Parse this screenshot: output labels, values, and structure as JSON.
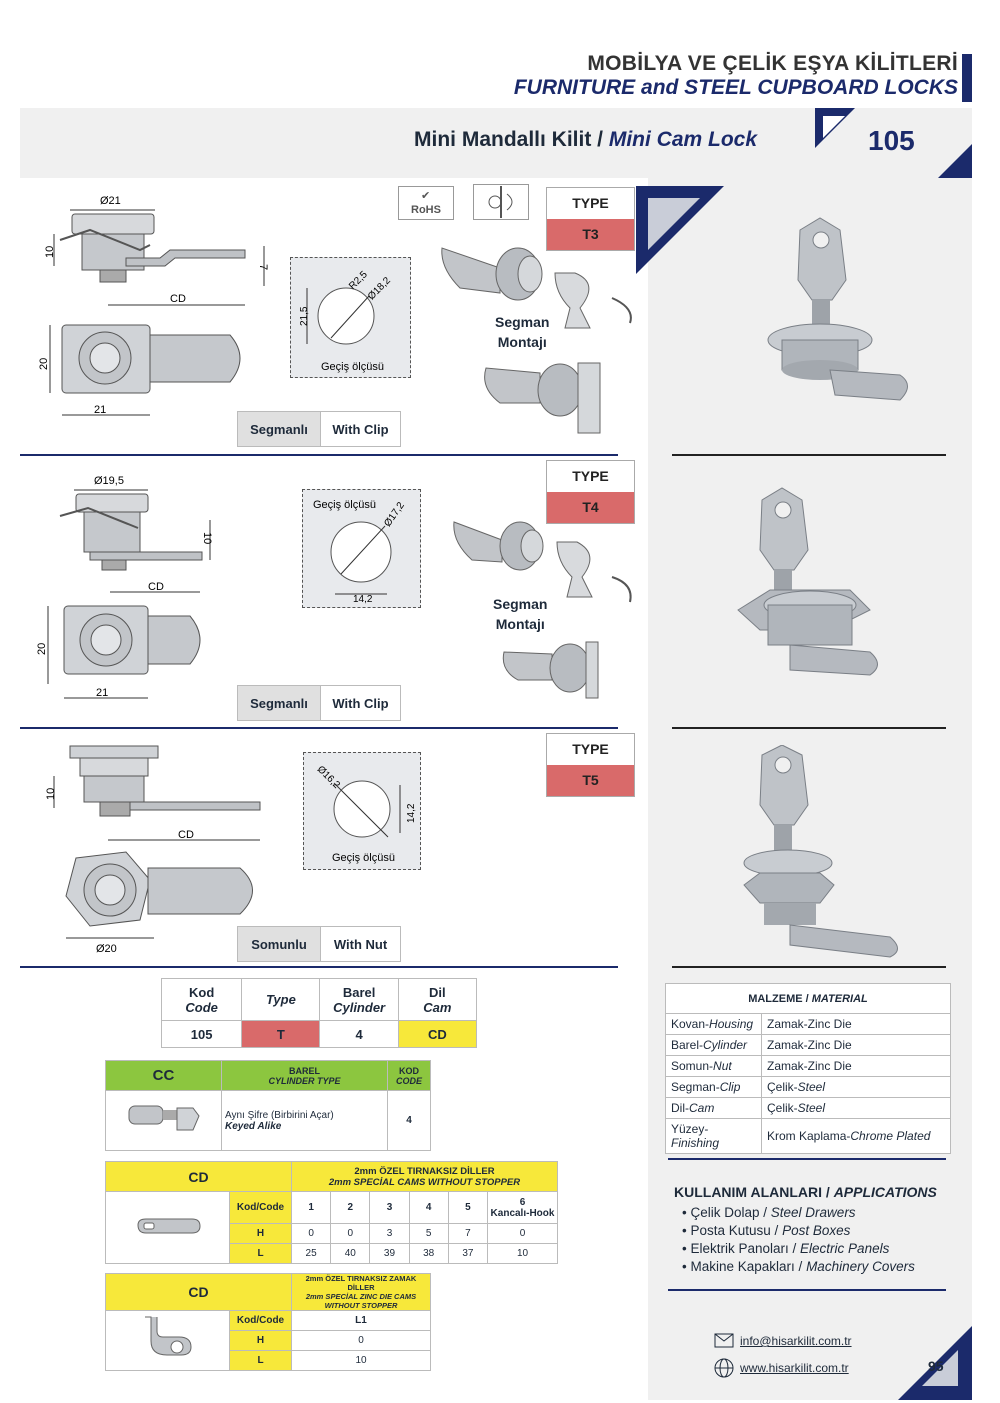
{
  "header": {
    "title_tr": "MOBİLYA VE ÇELİK EŞYA KİLİTLERİ",
    "title_en": "FURNITURE and STEEL CUPBOARD LOCKS"
  },
  "product": {
    "name_tr": "Mini Mandallı Kilit /",
    "name_en": "Mini Cam Lock",
    "page_code": "105"
  },
  "badges": {
    "rohs": "RoHS"
  },
  "sections": [
    {
      "type_label": "TYPE",
      "type_value": "T3",
      "clip_tr": "Segmanlı",
      "clip_en": "With Clip",
      "segman_1": "Segman",
      "segman_2": "Montajı",
      "gecis": "Geçiş ölçüsü",
      "dims": {
        "d1": "Ø21",
        "h": "10",
        "cam_h": "7",
        "cd": "CD",
        "w": "20",
        "b": "21",
        "r": "R2,5",
        "dia": "Ø18,2",
        "v": "21,5"
      }
    },
    {
      "type_label": "TYPE",
      "type_value": "T4",
      "clip_tr": "Segmanlı",
      "clip_en": "With Clip",
      "segman_1": "Segman",
      "segman_2": "Montajı",
      "gecis": "Geçiş ölçüsü",
      "dims": {
        "d1": "Ø19,5",
        "h": "10",
        "cd": "CD",
        "w": "20",
        "b": "21",
        "dia": "Ø17,2",
        "flat": "14,2"
      }
    },
    {
      "type_label": "TYPE",
      "type_value": "T5",
      "clip_tr": "Somunlu",
      "clip_en": "With Nut",
      "gecis": "Geçiş ölçüsü",
      "dims": {
        "h": "10",
        "cd": "CD",
        "b": "Ø20",
        "dia": "Ø16,2",
        "flat": "14,2"
      }
    }
  ],
  "code_table": {
    "headers": [
      [
        "Kod",
        "Code"
      ],
      [
        "Type",
        ""
      ],
      [
        "Barel",
        "Cylinder"
      ],
      [
        "Dil",
        "Cam"
      ]
    ],
    "values": [
      "105",
      "T",
      "4",
      "CD"
    ]
  },
  "cc_table": {
    "label": "CC",
    "h1": "BAREL",
    "h2": "CYLINDER TYPE",
    "k1": "KOD",
    "k2": "CODE",
    "desc_tr": "Aynı Şifre (Birbirini Açar)",
    "desc_en": "Keyed Alike",
    "code": "4"
  },
  "cd_table1": {
    "label": "CD",
    "h1": "2mm ÖZEL TIRNAKSIZ DİLLER",
    "h2": "2mm SPECİAL CAMS WITHOUT STOPPER",
    "code_label": "Kod/Code",
    "cols": [
      "1",
      "2",
      "3",
      "4",
      "5",
      "6"
    ],
    "col6_sub": "Kancalı-Hook",
    "rows": [
      {
        "k": "H",
        "v": [
          "0",
          "0",
          "3",
          "5",
          "7",
          "0"
        ]
      },
      {
        "k": "L",
        "v": [
          "25",
          "40",
          "39",
          "38",
          "37",
          "10"
        ]
      }
    ]
  },
  "cd_table2": {
    "label": "CD",
    "h1": "2mm ÖZEL TIRNAKSIZ ZAMAK DİLLER",
    "h2": "2mm SPECİAL ZINC DIE CAMS",
    "h3": "WITHOUT STOPPER",
    "code_label": "Kod/Code",
    "col": "L1",
    "rows": [
      {
        "k": "H",
        "v": "0"
      },
      {
        "k": "L",
        "v": "10"
      }
    ]
  },
  "material": {
    "header_tr": "MALZEME /",
    "header_en": "MATERIAL",
    "rows": [
      {
        "a": "Kovan-",
        "ai": "Housing",
        "b": "Zamak-Zinc Die",
        "bi": ""
      },
      {
        "a": "Barel-",
        "ai": "Cylinder",
        "b": "Zamak-Zinc Die",
        "bi": ""
      },
      {
        "a": "Somun-",
        "ai": "Nut",
        "b": "Zamak-Zinc Die",
        "bi": ""
      },
      {
        "a": "Segman-",
        "ai": "Clip",
        "b": "Çelik-",
        "bi": "Steel"
      },
      {
        "a": "Dil-",
        "ai": "Cam",
        "b": "Çelik-",
        "bi": "Steel"
      },
      {
        "a": "Yüzey-",
        "ai": "Finishing",
        "b": "Krom Kaplama-",
        "bi": "Chrome Plated"
      }
    ]
  },
  "applications": {
    "header_tr": "KULLANIM ALANLARI /",
    "header_en": "APPLICATIONS",
    "items": [
      {
        "tr": "Çelik Dolap /",
        "en": "Steel Drawers"
      },
      {
        "tr": "Posta Kutusu /",
        "en": "Post Boxes"
      },
      {
        "tr": "Elektrik Panoları /",
        "en": "Electric Panels"
      },
      {
        "tr": "Makine Kapakları /",
        "en": "Machinery Covers"
      }
    ]
  },
  "contact": {
    "email": "info@hisarkilit.com.tr",
    "web": "www.hisarkilit.com.tr",
    "page": "95"
  },
  "colors": {
    "navy": "#1b2a6b",
    "type_red": "#d96a6a",
    "yellow": "#f7e83a",
    "green": "#8cc63f"
  }
}
